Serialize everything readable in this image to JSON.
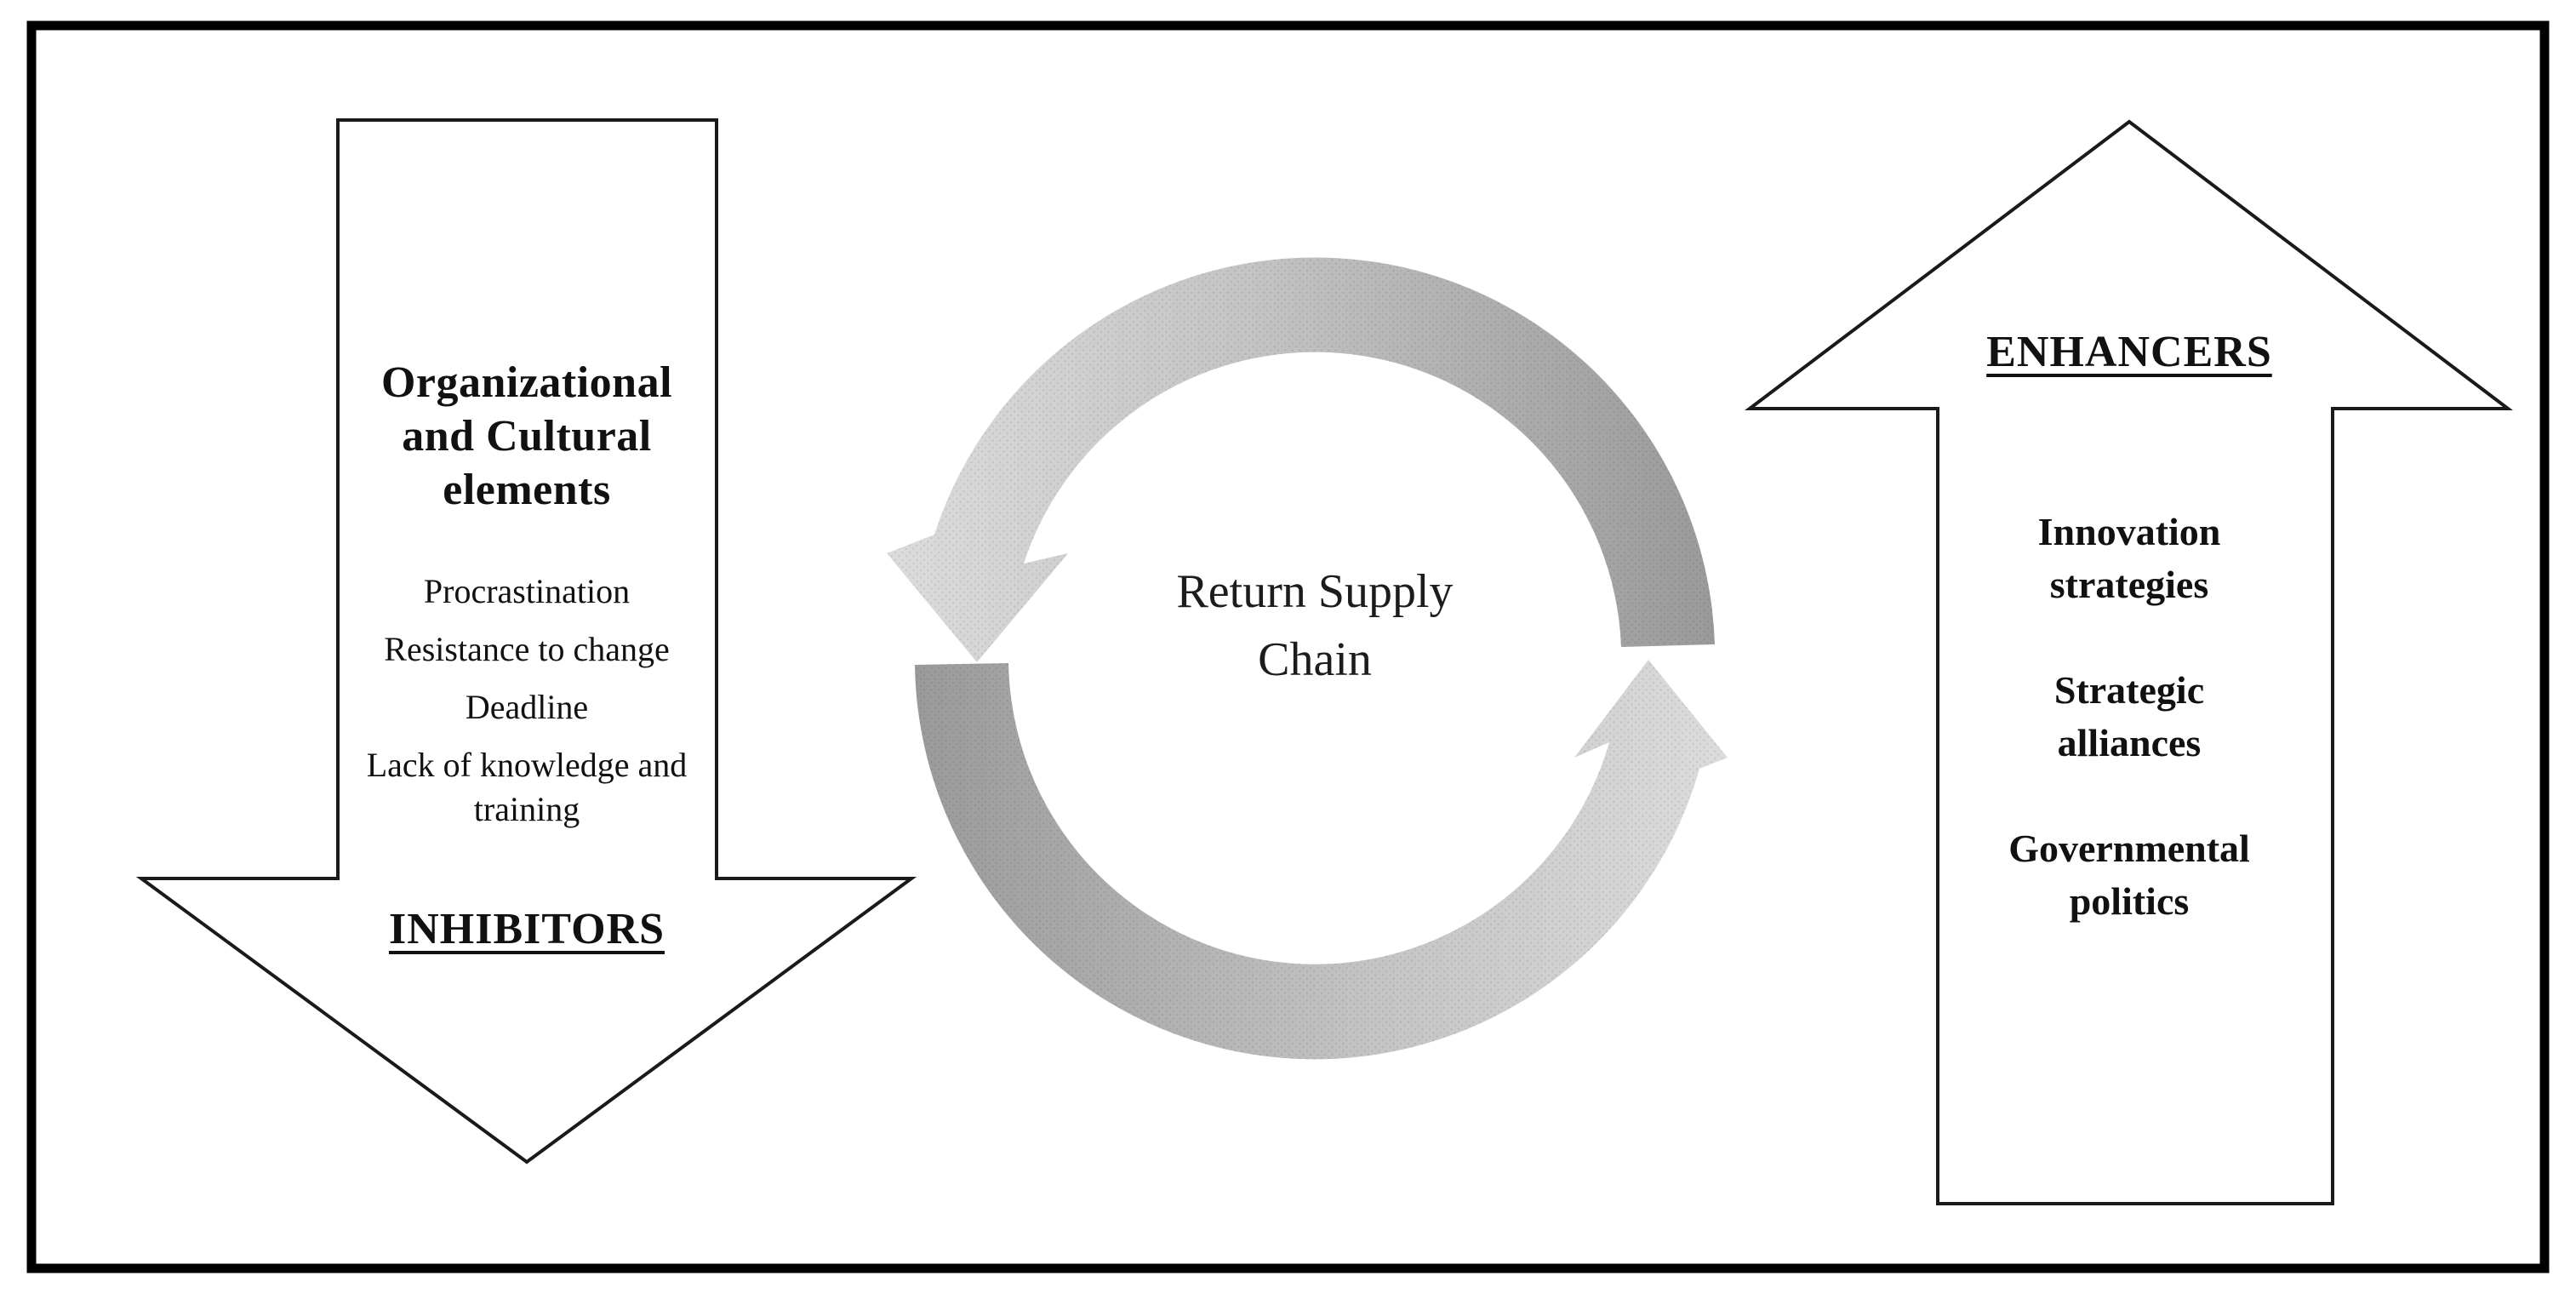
{
  "diagram": {
    "center_cycle": {
      "label": "Return Supply Chain",
      "direction": "counterclockwise",
      "arc_dark_color": "#9a9a9a",
      "arc_mid_color": "#c3c3c3",
      "arc_light_color": "#dcdcdc"
    },
    "inhibitors": {
      "heading": "Organizational and Cultural elements",
      "items": [
        "Procrastination",
        "Resistance to change",
        "Deadline",
        "Lack of knowledge and training"
      ],
      "label": "INHIBITORS",
      "arrow_direction": "down"
    },
    "enhancers": {
      "label": "ENHANCERS",
      "items": [
        "Innovation strategies",
        "Strategic alliances",
        "Governmental politics"
      ],
      "arrow_direction": "up"
    },
    "colors": {
      "frame": "#000000",
      "outline": "#1a1a1a",
      "text": "#111111",
      "background": "#ffffff"
    }
  }
}
